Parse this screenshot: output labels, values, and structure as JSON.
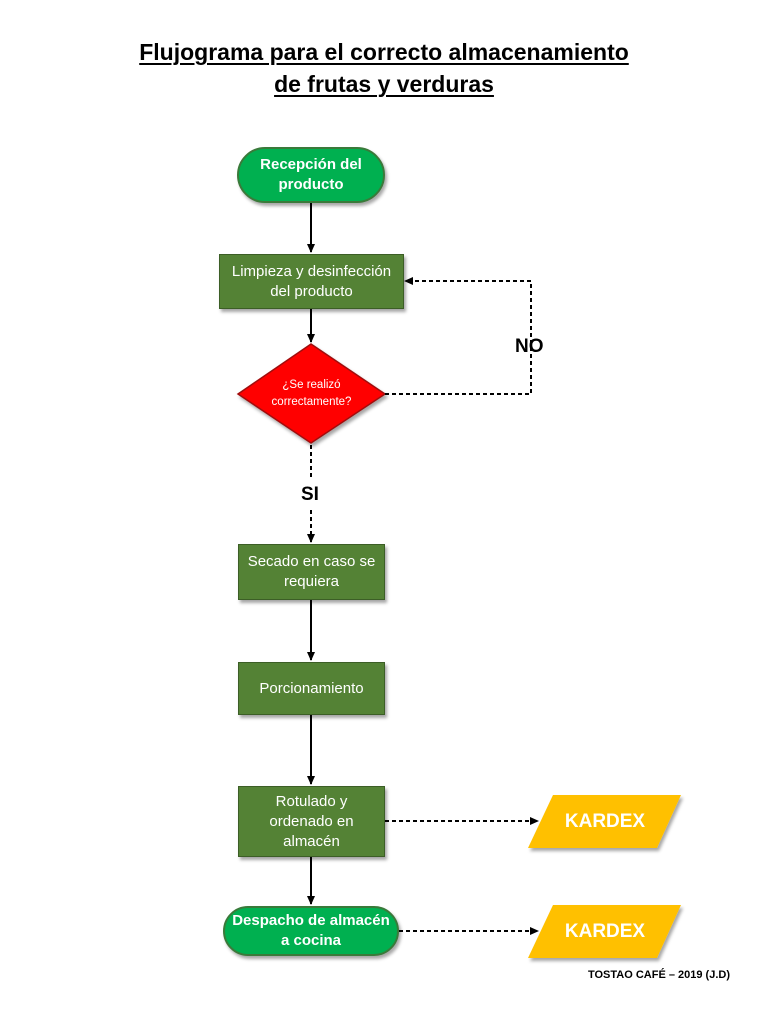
{
  "title": {
    "line1": "Flujograma para el correcto almacenamiento",
    "line2": "de frutas y verduras"
  },
  "nodes": {
    "recepcion": "Recepción del producto",
    "limpieza": "Limpieza y desinfección del producto",
    "decision_line1": "¿Se realizó",
    "decision_line2": "correctamente?",
    "secado": "Secado en caso se requiera",
    "porcionamiento": "Porcionamiento",
    "rotulado": "Rotulado y ordenado en almacén",
    "despacho": "Despacho de almacén a cocina"
  },
  "labels": {
    "no": "NO",
    "si": "SI"
  },
  "kardex": {
    "top": "KARDEX",
    "bottom": "KARDEX"
  },
  "footer": "TOSTAO CAFÉ – 2019 (J.D)",
  "colors": {
    "terminal_green": "#00b050",
    "process_green": "#548235",
    "decision_red": "#ff0000",
    "kardex_yellow": "#ffc000"
  }
}
